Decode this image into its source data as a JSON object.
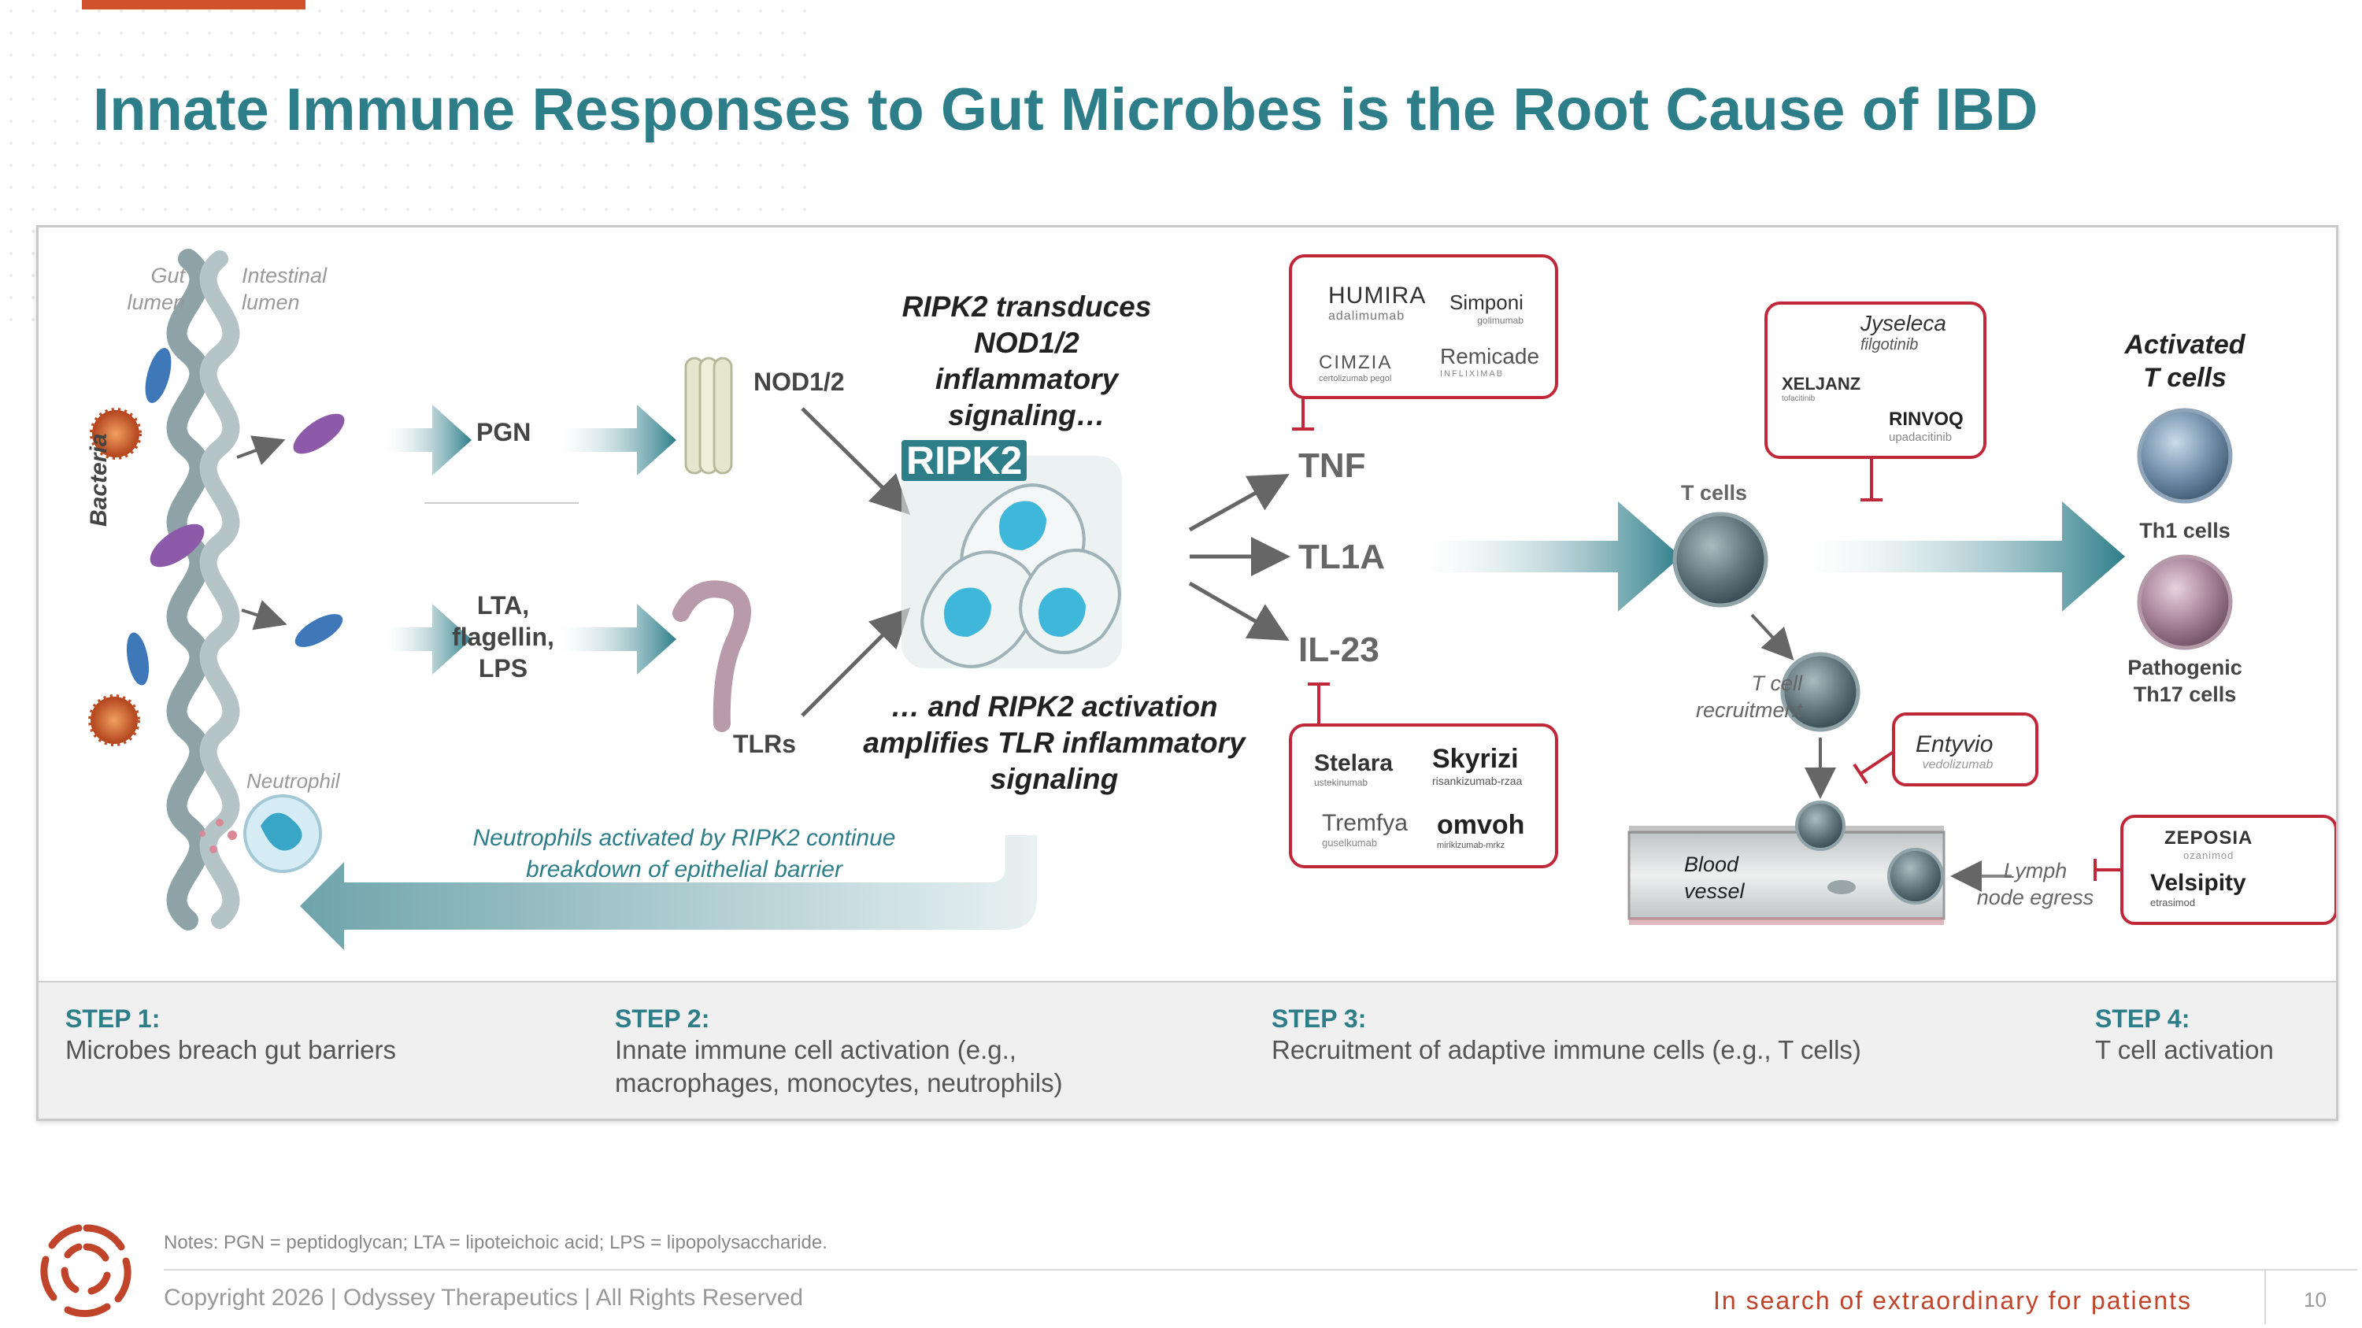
{
  "slide_title": "Innate Immune Responses to Gut Microbes is the Root Cause of IBD",
  "diagram": {
    "gut_lumen": [
      "Gut",
      "lumen"
    ],
    "intestinal_lumen": [
      "Intestinal",
      "lumen"
    ],
    "bacteria": "Bacteria",
    "neutrophil": "Neutrophil",
    "pgn": "PGN",
    "lta": [
      "LTA,",
      "flagellin,",
      "LPS"
    ],
    "nod": "NOD1/2",
    "tlrs": "TLRs",
    "ripk2_label": "RIPK2",
    "ripk2_top": [
      "RIPK2 transduces",
      "NOD1/2 inflammatory",
      "signaling…"
    ],
    "ripk2_bottom": [
      "… and RIPK2 activation",
      "amplifies TLR inflammatory",
      "signaling"
    ],
    "neutrophil_note": [
      "Neutrophils activated by RIPK2 continue",
      "breakdown of epithelial barrier"
    ],
    "tnf": "TNF",
    "tl1a": "TL1A",
    "il23": "IL-23",
    "t_cells": "T cells",
    "t_cell_recruitment": [
      "T cell",
      "recruitment"
    ],
    "blood_vessel": [
      "Blood",
      "vessel"
    ],
    "lymph_node_egress": [
      "Lymph",
      "node egress"
    ],
    "activated_t_cells": [
      "Activated",
      "T cells"
    ],
    "th1": "Th1 cells",
    "th17": [
      "Pathogenic",
      "Th17 cells"
    ],
    "tnf_drugs": {
      "humira": "HUMIRA",
      "humira_sub": "adalimumab",
      "simponi": "Simponi",
      "simponi_sub": "golimumab",
      "cimzia": "CIMZIA",
      "cimzia_sub": "certolizumab pegol",
      "remicade": "Remicade",
      "remicade_sub": "INFLIXIMAB"
    },
    "il23_drugs": {
      "stelara": "Stelara",
      "stelara_sub": "ustekinumab",
      "skyrizi": "Skyrizi",
      "skyrizi_sub": "risankizumab-rzaa",
      "tremfya": "Tremfya",
      "tremfya_sub": "guselkumab",
      "omvoh": "omvoh",
      "omvoh_sub": "mirikizumab-mrkz"
    },
    "jak_drugs": {
      "jyseleca": "Jyseleca",
      "jyseleca_sub": "filgotinib",
      "xeljanz": "XELJANZ",
      "xeljanz_sub": "tofacitinib",
      "rinvoq": "RINVOQ",
      "rinvoq_sub": "upadacitinib"
    },
    "entyvio": {
      "name": "Entyvio",
      "sub": "vedolizumab"
    },
    "s1p_drugs": {
      "zeposia": "ZEPOSIA",
      "zeposia_sub": "ozanimod",
      "velsipity": "Velsipity",
      "velsipity_sub": "etrasimod"
    }
  },
  "steps": [
    {
      "heading": "STEP 1:",
      "text": [
        "Microbes breach gut barriers"
      ]
    },
    {
      "heading": "STEP 2:",
      "text": [
        "Innate immune cell activation (e.g.,",
        "macrophages, monocytes, neutrophils)"
      ]
    },
    {
      "heading": "STEP 3:",
      "text": [
        "Recruitment of adaptive immune cells (e.g., T cells)"
      ]
    },
    {
      "heading": "STEP 4:",
      "text": [
        "T cell activation"
      ]
    }
  ],
  "notes": "Notes: PGN = peptidoglycan; LTA = lipoteichoic acid; LPS = lipopolysaccharide.",
  "copyright": "Copyright 2026  |  Odyssey Therapeutics  |  All Rights Reserved",
  "tagline": "In search of extraordinary for patients",
  "page_number": "10",
  "colors": {
    "accent_teal": "#2e7e8a",
    "accent_red": "#c0442a",
    "callout_red": "#c0283a"
  },
  "icons": [
    "bacteria-icon",
    "ripk2-protein-icon",
    "t-cell-icon",
    "neutrophil-icon",
    "odyssey-logo-icon"
  ]
}
